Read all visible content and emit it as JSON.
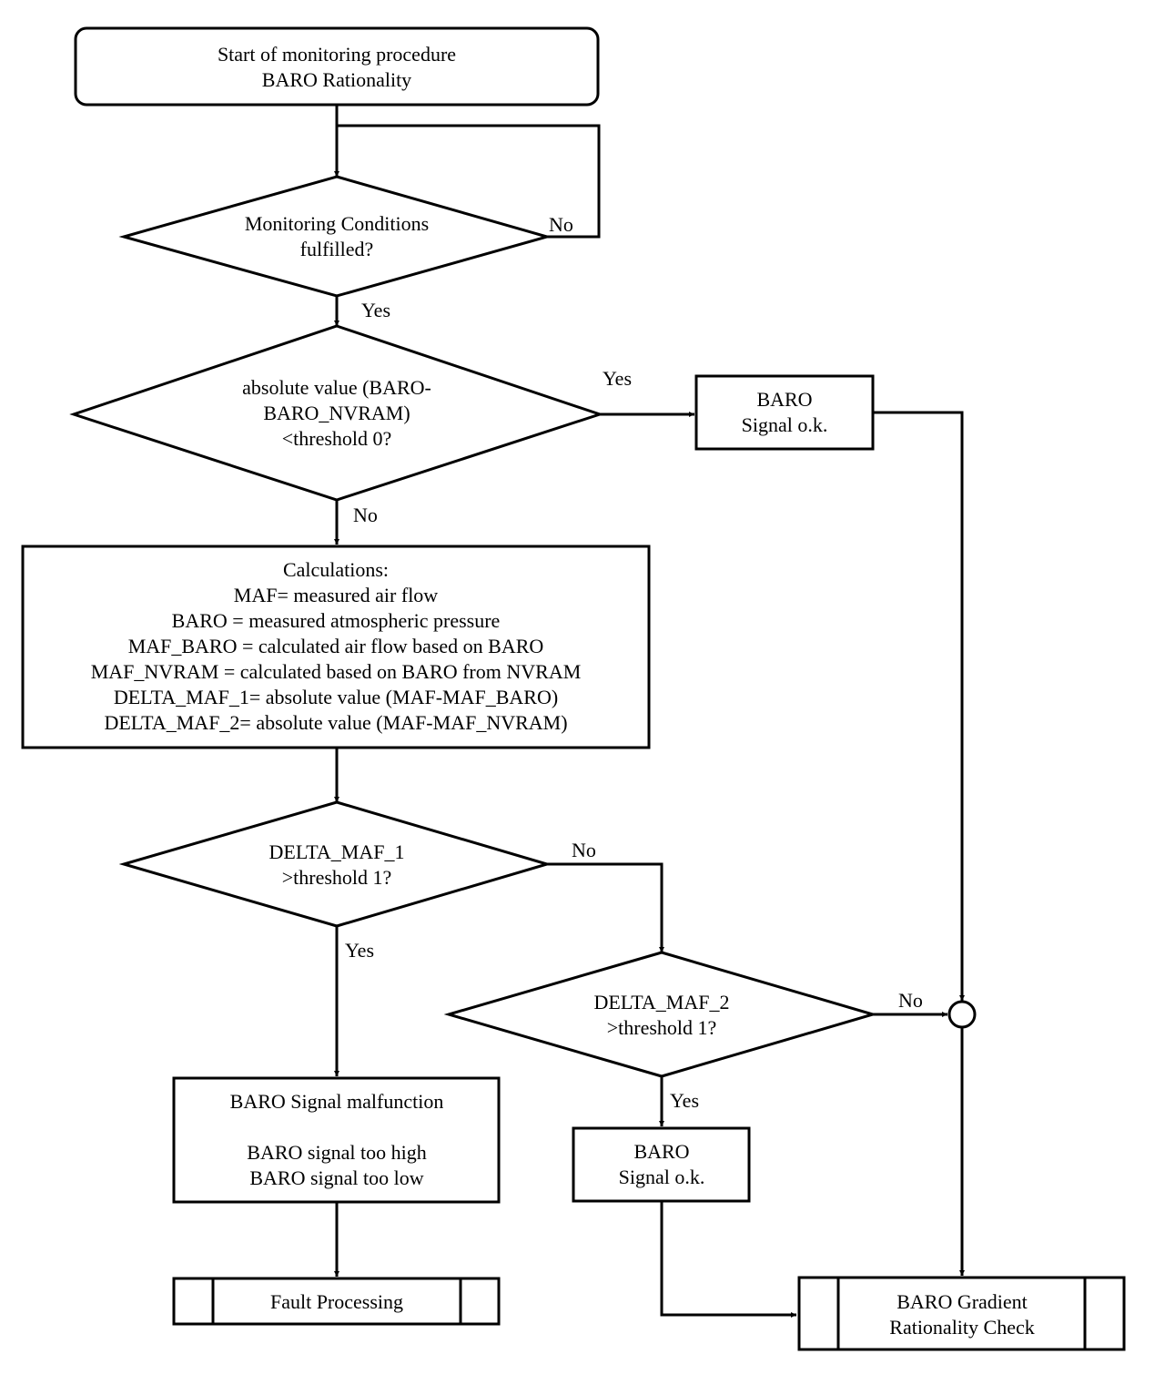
{
  "nodes": {
    "start": [
      "Start of monitoring procedure",
      "BARO Rationality"
    ],
    "cond": [
      "Monitoring Conditions",
      "fulfilled?"
    ],
    "abs_check": [
      "absolute value (BARO-",
      "BARO_NVRAM)",
      "<threshold 0?"
    ],
    "ok_top": [
      "BARO",
      "Signal o.k."
    ],
    "calc": [
      "Calculations:",
      "MAF= measured air flow",
      "BARO = measured atmospheric pressure",
      "MAF_BARO = calculated air flow based on BARO",
      "MAF_NVRAM = calculated based on BARO from NVRAM",
      "DELTA_MAF_1= absolute value (MAF-MAF_BARO)",
      "DELTA_MAF_2= absolute value (MAF-MAF_NVRAM)"
    ],
    "delta1": [
      "DELTA_MAF_1",
      ">threshold 1?"
    ],
    "delta2": [
      "DELTA_MAF_2",
      ">threshold 1?"
    ],
    "malfunction": [
      "BARO Signal malfunction",
      "",
      "BARO signal too high",
      "BARO signal too low"
    ],
    "ok_bottom": [
      "BARO",
      "Signal o.k."
    ],
    "fault": [
      "Fault Processing"
    ],
    "gradient": [
      "BARO Gradient",
      "Rationality Check"
    ]
  },
  "edge_labels": {
    "cond_no": "No",
    "cond_yes": "Yes",
    "abs_yes": "Yes",
    "abs_no": "No",
    "delta1_no": "No",
    "delta1_yes": "Yes",
    "delta2_no": "No",
    "delta2_yes": "Yes"
  }
}
